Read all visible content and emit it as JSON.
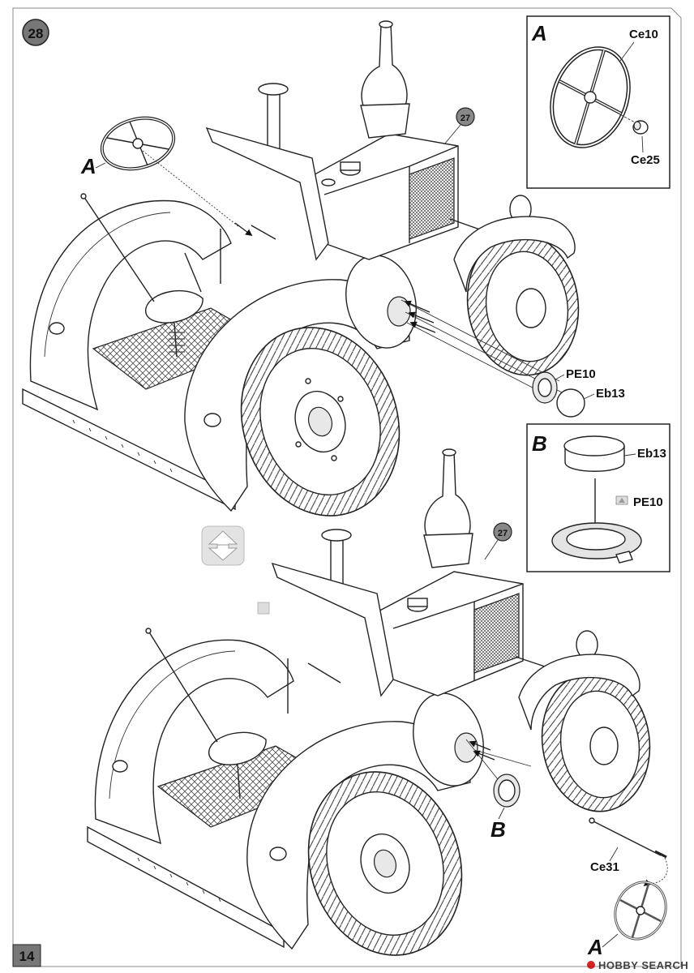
{
  "page": {
    "step_number": "28",
    "page_number": "14",
    "watermark": "HOBBY SEARCH"
  },
  "ref_badges": {
    "top": "27",
    "bottom": "27"
  },
  "callouts": {
    "top_wheel": "A",
    "bottom_wheel": "A",
    "bottom_b": "B"
  },
  "parts": {
    "top_pe10": "PE10",
    "top_eb13": "Eb13",
    "bottom_ce31": "Ce31"
  },
  "detail_a": {
    "letter": "A",
    "ce10": "Ce10",
    "ce25": "Ce25"
  },
  "detail_b": {
    "letter": "B",
    "eb13": "Eb13",
    "pe10": "PE10"
  }
}
